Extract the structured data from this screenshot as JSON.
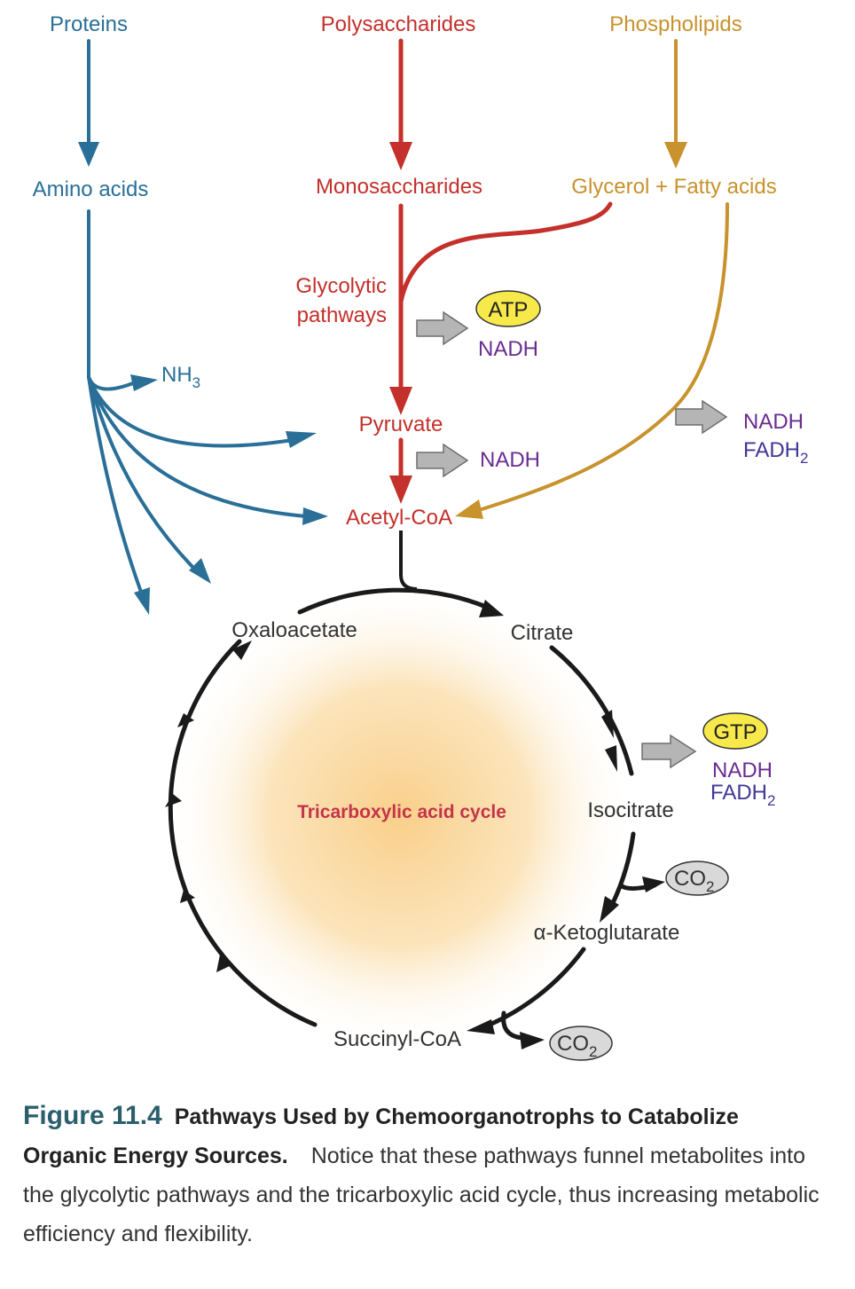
{
  "diagram": {
    "sources": {
      "proteins": "Proteins",
      "polysaccharides": "Polysaccharides",
      "phospholipids": "Phospholipids"
    },
    "intermediates": {
      "amino_acids": "Amino acids",
      "monosaccharides": "Monosaccharides",
      "glycerol_fatty_acids": "Glycerol + Fatty acids",
      "glycolytic_line1": "Glycolytic",
      "glycolytic_line2": "pathways",
      "pyruvate": "Pyruvate",
      "acetyl_coa": "Acetyl-CoA",
      "nh3": "NH",
      "nh3_sub": "3"
    },
    "products": {
      "atp": "ATP",
      "nadh": "NADH",
      "fadh": "FADH",
      "fadh_sub": "2",
      "gtp": "GTP",
      "co": "CO",
      "co_sub": "2"
    },
    "cycle": {
      "title": "Tricarboxylic acid cycle",
      "oxaloacetate": "Oxaloacetate",
      "citrate": "Citrate",
      "isocitrate": "Isocitrate",
      "ketoglutarate": "α-Ketoglutarate",
      "succinyl_coa": "Succinyl-CoA"
    },
    "colors": {
      "protein_path": "#2a6f97",
      "carbohydrate_path": "#c4302b",
      "lipid_path": "#c8922c",
      "cycle": "#1a1a1a",
      "yield_arrow": "#b5b5b5",
      "atp_badge": "#f7e94a",
      "co2_badge": "#d9d9d9",
      "cycle_glow": "#f9cf8a"
    }
  },
  "caption": {
    "figure_number": "Figure 11.4",
    "title": "Pathways Used by Chemoorganotrophs to Catabolize Organic Energy Sources.",
    "text": "Notice that these pathways funnel metabolites into the glycolytic pathways and the tricarboxylic acid cycle, thus increasing metabolic efficiency and flexibility."
  }
}
